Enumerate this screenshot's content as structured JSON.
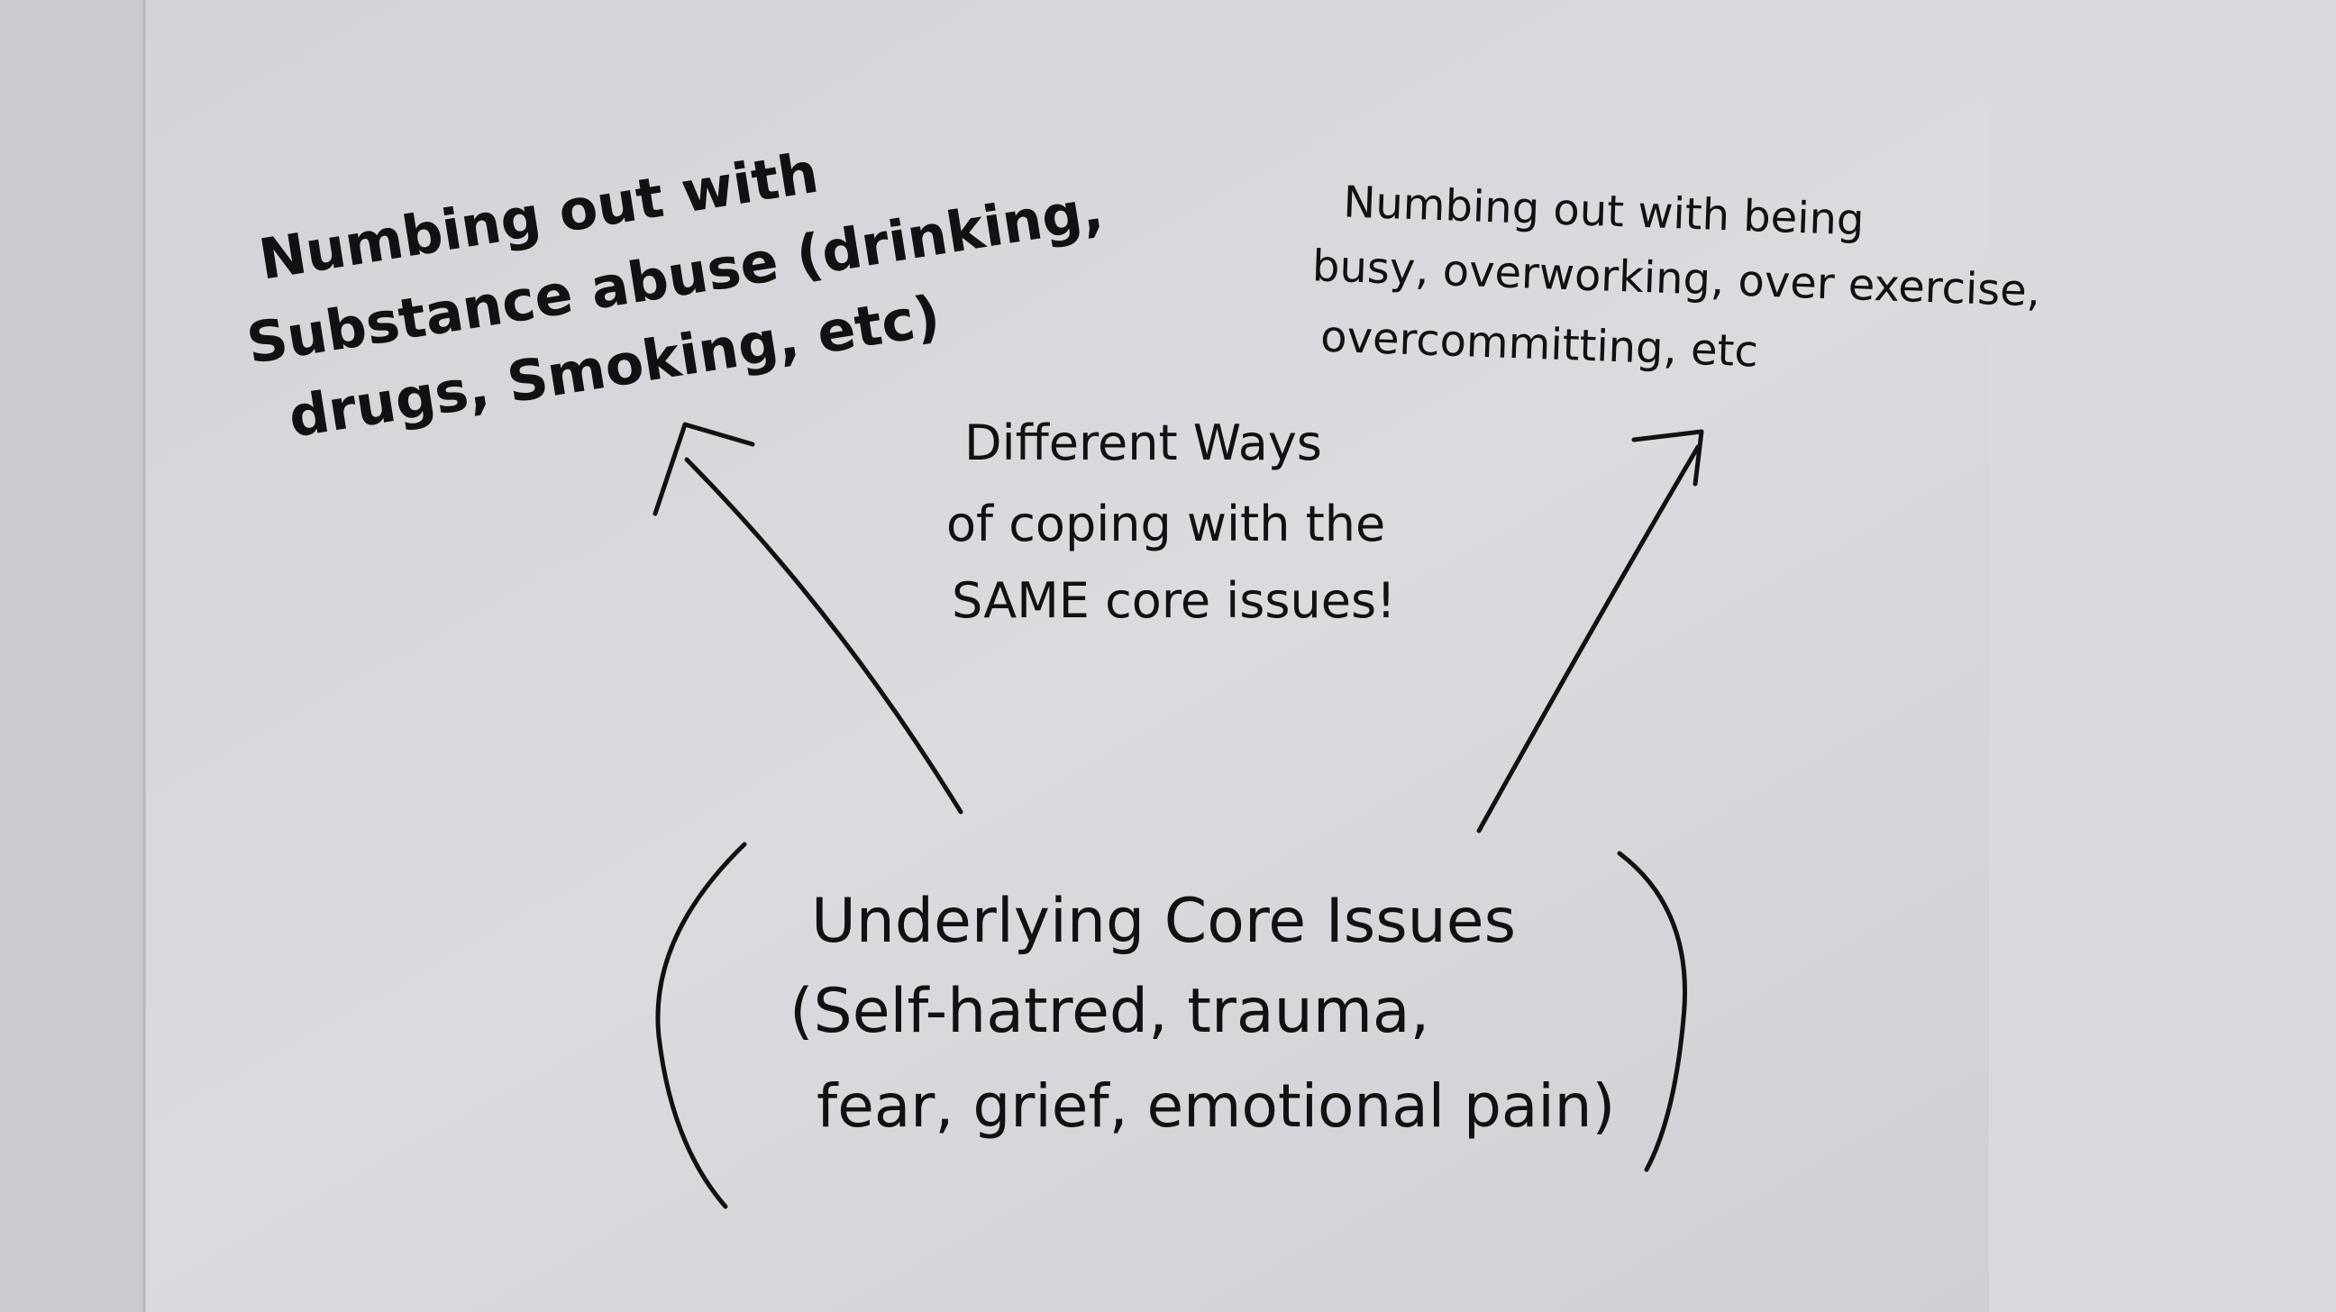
{
  "diagram": {
    "left_box": {
      "lines": [
        "Numbing out with",
        "Substance abuse (drinking,",
        "drugs, Smoking, etc)"
      ]
    },
    "right_box": {
      "lines": [
        "Numbing out with being",
        "busy, overworking, over exercise,",
        "overcommitting, etc"
      ]
    },
    "center_note": {
      "lines": [
        "Different Ways",
        "of coping with the",
        "SAME core issues!"
      ]
    },
    "core": {
      "lines": [
        "Underlying Core Issues",
        "(Self-hatred, trauma,",
        "fear, grief, emotional pain)"
      ]
    },
    "colors": {
      "ink": "#111111",
      "paper": "#d8d6db"
    }
  }
}
